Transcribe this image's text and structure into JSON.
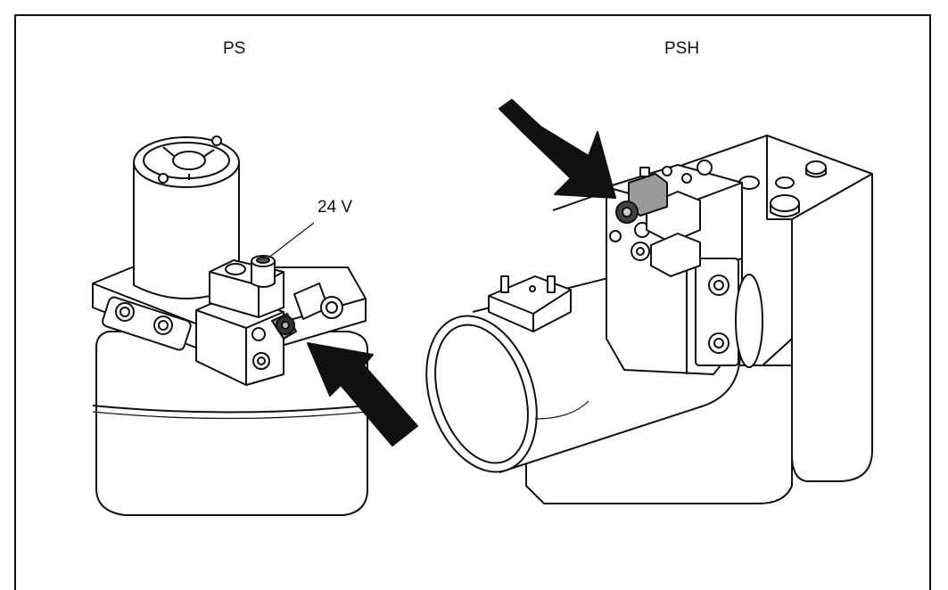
{
  "figure": {
    "label_left": "PS",
    "label_right": "PSH",
    "voltage_callout": "24 V"
  },
  "icons": {
    "left_arrow": "arrow-icon",
    "right_arrow": "arrow-icon"
  },
  "colors": {
    "line": "#111111",
    "fill": "#ffffff",
    "arrow": "#111111",
    "solenoid_shade": "#9a9a9a"
  }
}
